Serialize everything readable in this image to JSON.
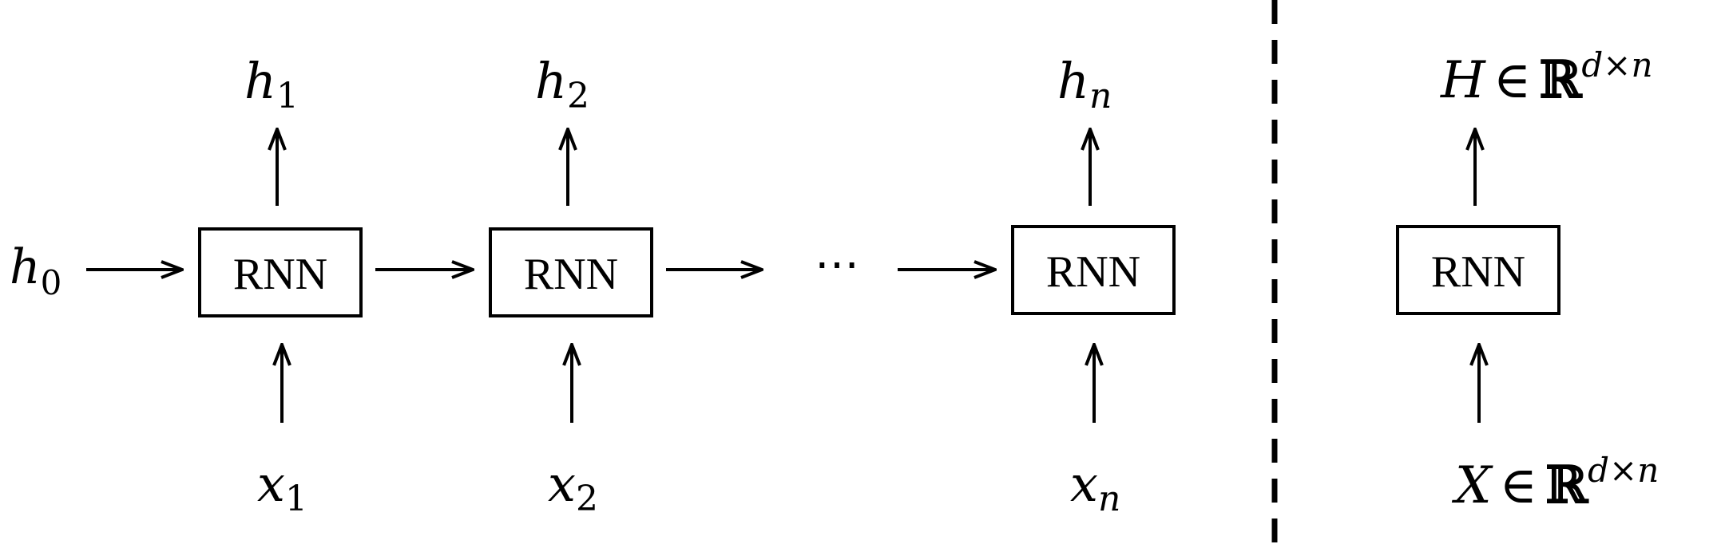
{
  "rnn_chain": {
    "initial_state": {
      "base": "h",
      "sub": "0"
    },
    "cells": [
      {
        "label": "RNN",
        "output": {
          "base": "h",
          "sub": "1"
        },
        "input": {
          "base": "x",
          "sub": "1"
        }
      },
      {
        "label": "RNN",
        "output": {
          "base": "h",
          "sub": "2"
        },
        "input": {
          "base": "x",
          "sub": "2"
        }
      },
      {
        "label": "RNN",
        "output": {
          "base": "h",
          "sub": "n"
        },
        "input": {
          "base": "x",
          "sub": "n"
        }
      }
    ],
    "ellipsis": "⋯"
  },
  "rnn_matrix": {
    "label": "RNN",
    "output": {
      "var": "H",
      "in": "∈",
      "set": "ℝ",
      "sup": "d×n"
    },
    "input": {
      "var": "X",
      "in": "∈",
      "set": "ℝ",
      "sup": "d×n"
    }
  }
}
